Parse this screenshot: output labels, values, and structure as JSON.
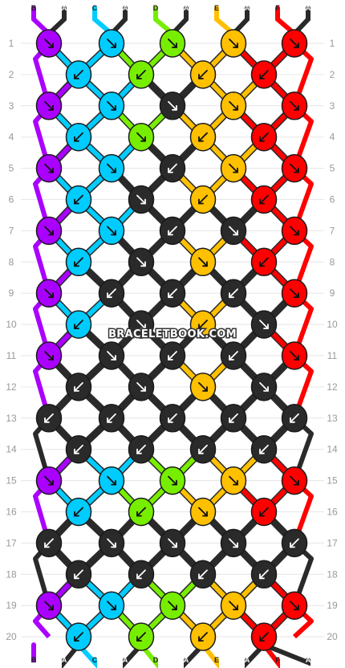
{
  "watermark": "BRACELETBOOK.COM",
  "strand_colors": {
    "A": "#2a2a2a",
    "B": "#aa00ff",
    "C": "#00ccff",
    "D": "#77ee00",
    "E": "#ffc000",
    "F": "#ff0000"
  },
  "top_strands": [
    "B",
    "A",
    "C",
    "A",
    "D",
    "A",
    "E",
    "A",
    "F",
    "A"
  ],
  "bottom_strands": [
    "B",
    "A",
    "C",
    "A",
    "D",
    "A",
    "E",
    "A",
    "F",
    "A"
  ],
  "row_labels": [
    "1",
    "2",
    "3",
    "4",
    "5",
    "6",
    "7",
    "8",
    "9",
    "10",
    "11",
    "12",
    "13",
    "14",
    "15",
    "16",
    "17",
    "18",
    "19",
    "20"
  ],
  "knot_rows": [
    [
      "B",
      "C",
      "D",
      "E",
      "F"
    ],
    [
      "C",
      "D",
      "E",
      "F"
    ],
    [
      "B",
      "C",
      "A",
      "E",
      "F"
    ],
    [
      "C",
      "D",
      "E",
      "F"
    ],
    [
      "B",
      "C",
      "A",
      "E",
      "F"
    ],
    [
      "C",
      "A",
      "E",
      "F"
    ],
    [
      "B",
      "C",
      "A",
      "A",
      "F"
    ],
    [
      "C",
      "A",
      "E",
      "F"
    ],
    [
      "B",
      "A",
      "A",
      "A",
      "F"
    ],
    [
      "C",
      "A",
      "E",
      "A"
    ],
    [
      "B",
      "A",
      "A",
      "A",
      "F"
    ],
    [
      "A",
      "A",
      "E",
      "A"
    ],
    [
      "A",
      "A",
      "A",
      "A",
      "A"
    ],
    [
      "A",
      "A",
      "A",
      "A"
    ],
    [
      "B",
      "C",
      "D",
      "E",
      "F"
    ],
    [
      "C",
      "D",
      "E",
      "F"
    ],
    [
      "A",
      "A",
      "A",
      "A",
      "A"
    ],
    [
      "A",
      "A",
      "A",
      "A"
    ],
    [
      "B",
      "C",
      "D",
      "E",
      "F"
    ],
    [
      "C",
      "D",
      "E",
      "F"
    ]
  ],
  "arrow_rows": [
    [
      "se",
      "se",
      "se",
      "se",
      "se"
    ],
    [
      "sw",
      "sw",
      "sw",
      "sw"
    ],
    [
      "se",
      "se",
      "se",
      "se",
      "se"
    ],
    [
      "sw",
      "se",
      "sw",
      "sw"
    ],
    [
      "se",
      "se",
      "sw",
      "se",
      "se"
    ],
    [
      "sw",
      "se",
      "sw",
      "sw"
    ],
    [
      "se",
      "se",
      "sw",
      "se",
      "se"
    ],
    [
      "sw",
      "se",
      "se",
      "sw"
    ],
    [
      "se",
      "sw",
      "sw",
      "sw",
      "se"
    ],
    [
      "sw",
      "se",
      "sw",
      "se"
    ],
    [
      "se",
      "se",
      "sw",
      "sw",
      "se"
    ],
    [
      "sw",
      "se",
      "se",
      "se"
    ],
    [
      "sw",
      "sw",
      "sw",
      "sw",
      "sw"
    ],
    [
      "sw",
      "sw",
      "sw",
      "sw"
    ],
    [
      "se",
      "se",
      "se",
      "se",
      "se"
    ],
    [
      "sw",
      "sw",
      "se",
      "sw"
    ],
    [
      "sw",
      "se",
      "se",
      "se",
      "sw"
    ],
    [
      "sw",
      "sw",
      "sw",
      "sw"
    ],
    [
      "se",
      "se",
      "se",
      "se",
      "se"
    ],
    [
      "sw",
      "sw",
      "sw",
      "sw"
    ]
  ]
}
